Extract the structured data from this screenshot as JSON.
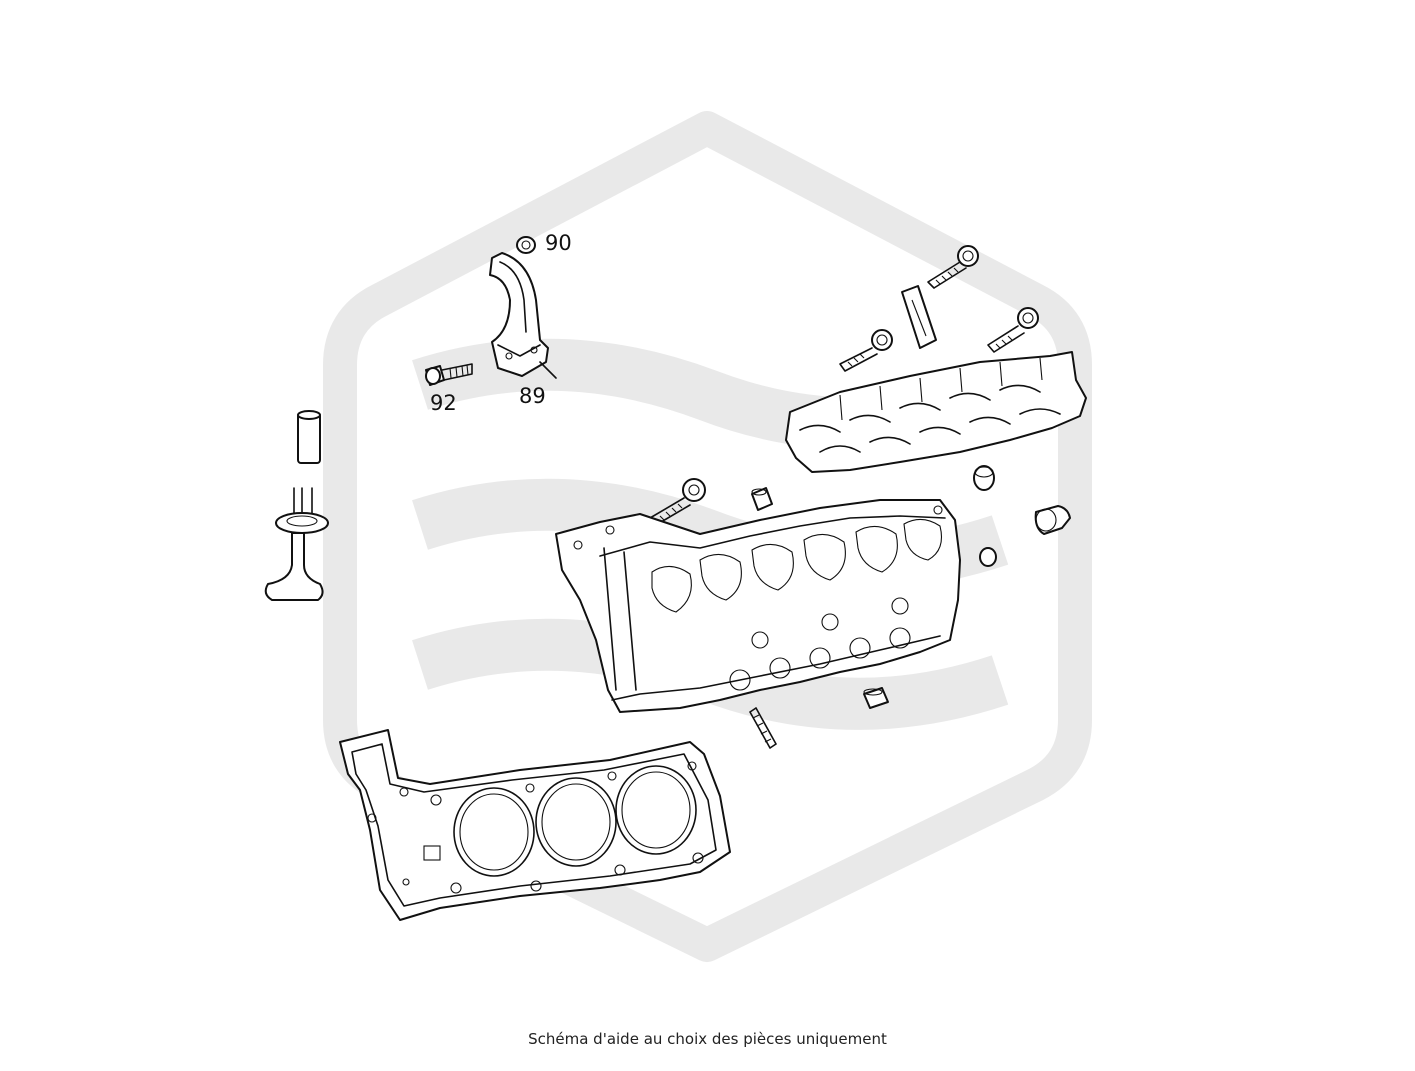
{
  "diagram": {
    "callouts": [
      {
        "id": "90",
        "label": "90"
      },
      {
        "id": "89",
        "label": "89"
      },
      {
        "id": "92",
        "label": "92"
      }
    ],
    "caption": "Schéma d'aide au choix des pièces uniquement",
    "watermark_color": "#e9e9e9",
    "line_color": "#111111"
  }
}
